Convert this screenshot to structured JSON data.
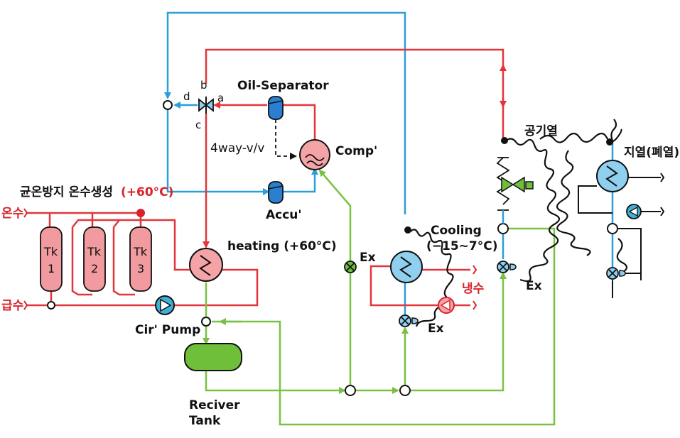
{
  "labels": {
    "oil_separator": "Oil-Separator",
    "port_a": "a",
    "port_b": "b",
    "port_c": "c",
    "port_d": "d",
    "four_way_valve": "4way-v/v",
    "compressor": "Comp'",
    "accumulator": "Accu'",
    "heating": "heating (+60°C)",
    "hot_water_gen": "균온방지 온수생성",
    "hot_water_temp": "(+60°C)",
    "hot_water": "온수",
    "supply_water": "급수",
    "tank_prefix": "Tk",
    "tanks": [
      "1",
      "2",
      "3"
    ],
    "circulation_pump": "Cir' Pump",
    "receiver_tank_line1": "Reciver",
    "receiver_tank_line2": "Tank",
    "expansion_left": "Ex",
    "cooling": "Cooling",
    "cooling_range": "(−15~7°C)",
    "expansion_center": "Ex",
    "cold_water": "냉수",
    "expansion_right": "Ex",
    "air_heat": "공기열",
    "geothermal": "지열(폐열)"
  },
  "colors": {
    "hot_line": "#e2353b",
    "cold_line": "#2a9fd8",
    "liquid_line": "#7ac143",
    "hx_fill_red": "#f4a3a7",
    "hx_fill_blue": "#8fd0ef",
    "tank_fill": "#f19a9f",
    "receiver_fill": "#6fbf3b",
    "pump_fill": "#3fb1d6",
    "text_red": "#d8232a"
  }
}
